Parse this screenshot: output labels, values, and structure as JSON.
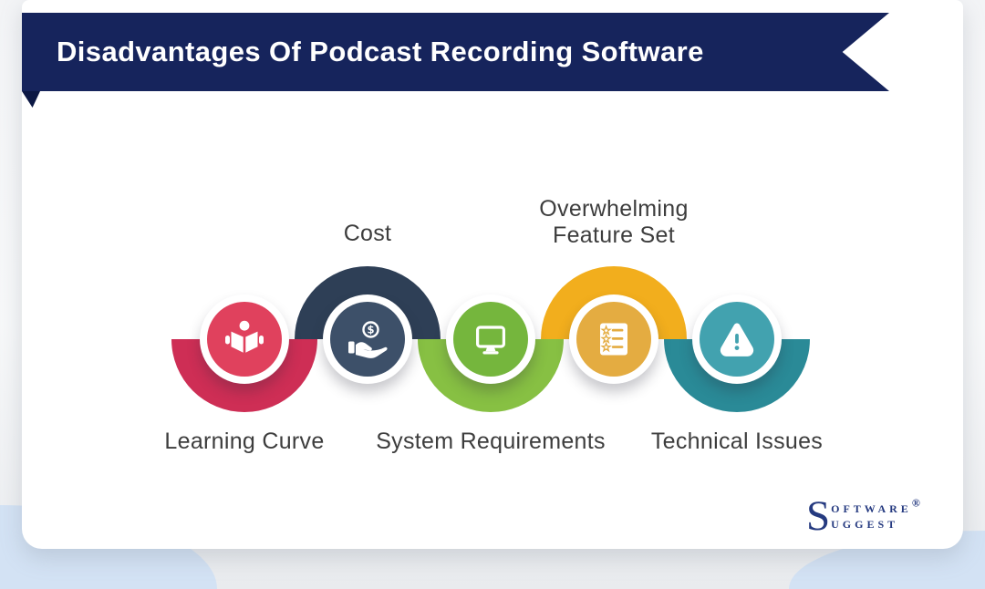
{
  "header": {
    "title": "Disadvantages Of Podcast Recording Software"
  },
  "colors": {
    "ribbon": "#16245c",
    "ribbon_fold": "#0c1844",
    "card_bg": "#ffffff",
    "page_bg": "#eef0f2",
    "corner_blob": "#d3e2f4",
    "label_text": "#3d3d3d",
    "icon_white": "#ffffff"
  },
  "items": [
    {
      "label": "Learning Curve",
      "label_lines": [
        "Learning Curve"
      ],
      "label_position": "below",
      "icon": "reading-person-icon",
      "circle_color": "#e0415d",
      "arc_color": "#ce2e55",
      "arc_side": "bottom"
    },
    {
      "label": "Cost",
      "label_lines": [
        "Cost"
      ],
      "label_position": "above",
      "icon": "hand-coin-icon",
      "circle_color": "#3d5069",
      "arc_color": "#2e3f56",
      "arc_side": "top",
      "coin_symbol": "$"
    },
    {
      "label": "System Requirements",
      "label_lines": [
        "System Requirements"
      ],
      "label_position": "below",
      "icon": "monitor-icon",
      "circle_color": "#75b63d",
      "arc_color": "#87c043",
      "arc_side": "bottom"
    },
    {
      "label": "Overwhelming Feature Set",
      "label_lines": [
        "Overwhelming",
        "Feature Set"
      ],
      "label_position": "above",
      "icon": "checklist-icon",
      "circle_color": "#e4ac41",
      "arc_color": "#f2ae1d",
      "arc_side": "top"
    },
    {
      "label": "Technical Issues",
      "label_lines": [
        "Technical Issues"
      ],
      "label_position": "below",
      "icon": "warning-triangle-icon",
      "circle_color": "#42a2af",
      "arc_color": "#2a8a97",
      "arc_side": "bottom"
    }
  ],
  "logo": {
    "initial": "S",
    "top": "oftware",
    "bottom": "uggest",
    "registered": "®",
    "color": "#253a80"
  }
}
